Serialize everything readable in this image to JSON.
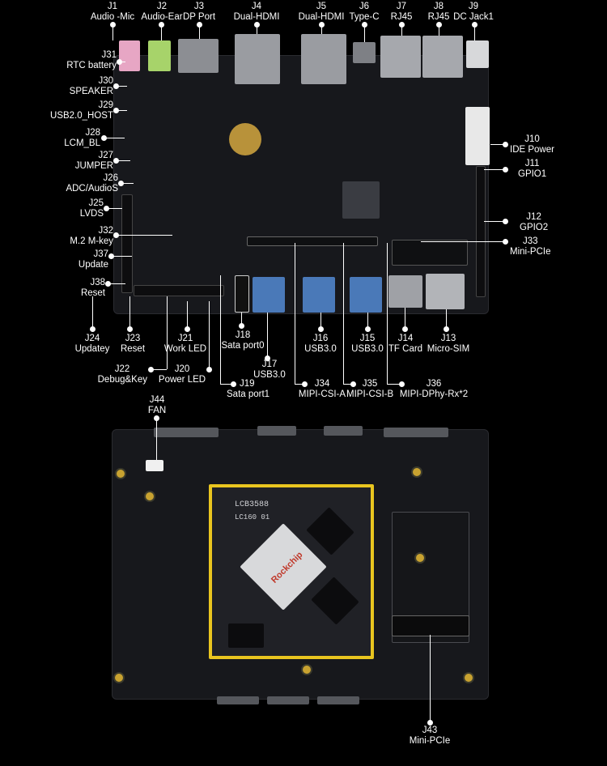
{
  "board_top": {
    "connectors": [
      {
        "id": "J1",
        "name": "Audio -Mic"
      },
      {
        "id": "J2",
        "name": "Audio-Ear"
      },
      {
        "id": "J3",
        "name": "DP Port"
      },
      {
        "id": "J4",
        "name": "Dual-HDMI"
      },
      {
        "id": "J5",
        "name": "Dual-HDMI"
      },
      {
        "id": "J6",
        "name": "Type-C"
      },
      {
        "id": "J7",
        "name": "RJ45"
      },
      {
        "id": "J8",
        "name": "RJ45"
      },
      {
        "id": "J9",
        "name": "DC Jack1"
      },
      {
        "id": "J31",
        "name": "RTC battery"
      },
      {
        "id": "J30",
        "name": "SPEAKER"
      },
      {
        "id": "J29",
        "name": "USB2.0_HOST"
      },
      {
        "id": "J28",
        "name": "LCM_BL"
      },
      {
        "id": "J27",
        "name": "JUMPER"
      },
      {
        "id": "J26",
        "name": "ADC/AudioS"
      },
      {
        "id": "J25",
        "name": "LVDS"
      },
      {
        "id": "J32",
        "name": "M.2 M-key"
      },
      {
        "id": "J37",
        "name": "Update"
      },
      {
        "id": "J38",
        "name": "Reset"
      },
      {
        "id": "J10",
        "name": "IDE Power"
      },
      {
        "id": "J11",
        "name": "GPIO1"
      },
      {
        "id": "J12",
        "name": "GPIO2"
      },
      {
        "id": "J33",
        "name": "Mini-PCIe"
      },
      {
        "id": "J24",
        "name": "Updatey"
      },
      {
        "id": "J23",
        "name": "Reset"
      },
      {
        "id": "J21",
        "name": "Work LED"
      },
      {
        "id": "J18",
        "name": "Sata port0"
      },
      {
        "id": "J16",
        "name": "USB3.0"
      },
      {
        "id": "J15",
        "name": "USB3.0"
      },
      {
        "id": "J14",
        "name": "TF Card"
      },
      {
        "id": "J13",
        "name": "Micro-SIM"
      },
      {
        "id": "J22",
        "name": "Debug&Key"
      },
      {
        "id": "J20",
        "name": "Power LED"
      },
      {
        "id": "J17",
        "name": "USB3.0"
      },
      {
        "id": "J19",
        "name": "Sata port1"
      },
      {
        "id": "J34",
        "name": "MIPI-CSI-A"
      },
      {
        "id": "J35",
        "name": "MIPI-CSI-B"
      },
      {
        "id": "J36",
        "name": "MIPI-DPhy-Rx*2"
      }
    ]
  },
  "board_bottom": {
    "connectors": [
      {
        "id": "J44",
        "name": "FAN"
      },
      {
        "id": "J43",
        "name": "Mini-PCIe"
      }
    ],
    "som_marking": "LCB3588",
    "som_submark": "LC160 01",
    "soc_brand": "Rockchip"
  }
}
